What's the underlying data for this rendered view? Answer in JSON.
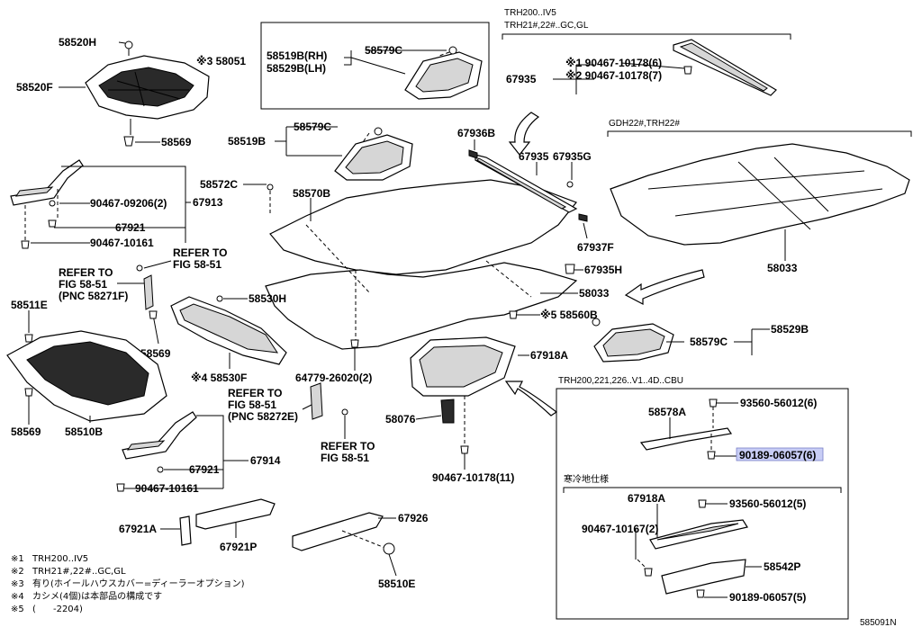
{
  "labels": {
    "p58520H": "58520H",
    "p58520F": "58520F",
    "p58569a": "58569",
    "p58051": "※3 58051",
    "p58519B_RH": "58519B(RH)",
    "p58529B_LH": "58529B(LH)",
    "p58579C_a": "58579C",
    "p58519B": "58519B",
    "p58579C_b": "58579C",
    "p67913": "67913",
    "p90467_09206": "90467-09206(2)",
    "p67921_a": "67921",
    "p90467_10161_a": "90467-10161",
    "p58572C": "58572C",
    "p58570B": "58570B",
    "refer1_a": "REFER TO",
    "refer1_b": "FIG 58-51",
    "refer2_a": "REFER TO",
    "refer2_b": "FIG 58-51",
    "refer2_c": "(PNC 58271F)",
    "p58530H": "58530H",
    "p58511E": "58511E",
    "p58569b": "58569",
    "p58530F": "※4 58530F",
    "p58569c": "58569",
    "p58510B": "58510B",
    "refer3_a": "REFER TO",
    "refer3_b": "FIG 58-51",
    "refer3_c": "(PNC 58272E)",
    "refer4_a": "REFER TO",
    "refer4_b": "FIG 58-51",
    "p64779": "64779-26020(2)",
    "p67914": "67914",
    "p67921_b": "67921",
    "p90467_10161_b": "90467-10161",
    "p67921A": "67921A",
    "p67921P": "67921P",
    "p67926": "67926",
    "p58510E": "58510E",
    "p58076": "58076",
    "p90467_10178_11": "90467-10178(11)",
    "p67918A_a": "67918A",
    "p58033_a": "58033",
    "p58560B": "※5 58560B",
    "p58529B": "58529B",
    "p58579C_c": "58579C",
    "p67936B": "67936B",
    "p67935_a": "67935",
    "p67935G": "67935G",
    "p67937F": "67937F",
    "p67935H": "67935H",
    "p58033_b": "58033",
    "hdr_trh200": "TRH200..IV5",
    "hdr_trh21": "TRH21#,22#..GC,GL",
    "p67935_b": "67935",
    "p90467_10178_6": "※1 90467-10178(6)",
    "p90467_10178_7": "※2 90467-10178(7)",
    "hdr_gdh": "GDH22#,TRH22#",
    "hdr_cbu": "TRH200,221,226..V1..4D..CBU",
    "p58578A": "58578A",
    "p93560_6": "93560-56012(6)",
    "p90189_6": "90189-06057(6)",
    "cold_region": "寒冷地仕様",
    "p67918A_b": "67918A",
    "p93560_5": "93560-56012(5)",
    "p90467_10167": "90467-10167(2)",
    "p58542P": "58542P",
    "p90189_5": "90189-06057(5)",
    "diagram_id": "585091N"
  },
  "notes": [
    {
      "mark": "※1",
      "text": "TRH200..IV5"
    },
    {
      "mark": "※2",
      "text": "TRH21#,22#..GC,GL"
    },
    {
      "mark": "※3",
      "text": "有り(ホイールハウスカバー=ディーラーオプション)"
    },
    {
      "mark": "※4",
      "text": "カシメ(4個)は本部品の構成です"
    },
    {
      "mark": "※5",
      "text": "(      -2204)"
    }
  ],
  "highlight": {
    "label": "90189-06057(6)",
    "color": "#c8cdf5"
  }
}
